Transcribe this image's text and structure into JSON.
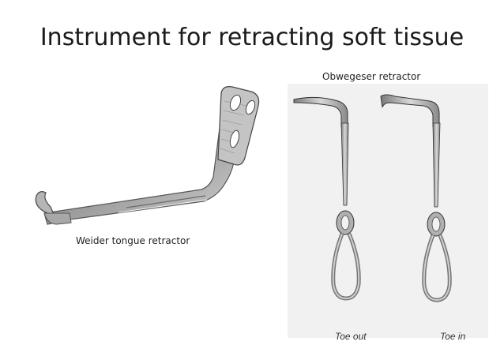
{
  "slide": {
    "title": "Instrument for retracting soft tissue",
    "captions": {
      "obwegeser": "Obwegeser retractor",
      "weider": "Weider tongue retractor",
      "toe_out": "Toe out",
      "toe_in": "Toe in"
    }
  }
}
